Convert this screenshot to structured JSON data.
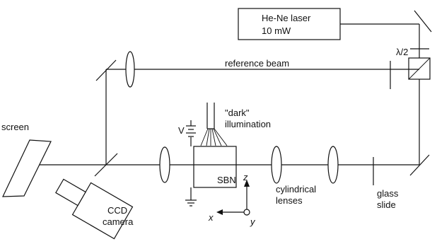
{
  "labels": {
    "laser_line1": "He-Ne laser",
    "laser_line2": "10 mW",
    "half_wave": "λ/2",
    "reference_beam": "reference beam",
    "screen": "screen",
    "dark_line1": "\"dark\"",
    "dark_line2": "illumination",
    "voltage": "V",
    "sbn": "SBN",
    "ccd_line1": "CCD",
    "ccd_line2": "camera",
    "cyl_line1": "cylindrical",
    "cyl_line2": "lenses",
    "glass_line1": "glass",
    "glass_line2": "slide",
    "axis_z": "z",
    "axis_x": "x",
    "axis_y": "y"
  }
}
